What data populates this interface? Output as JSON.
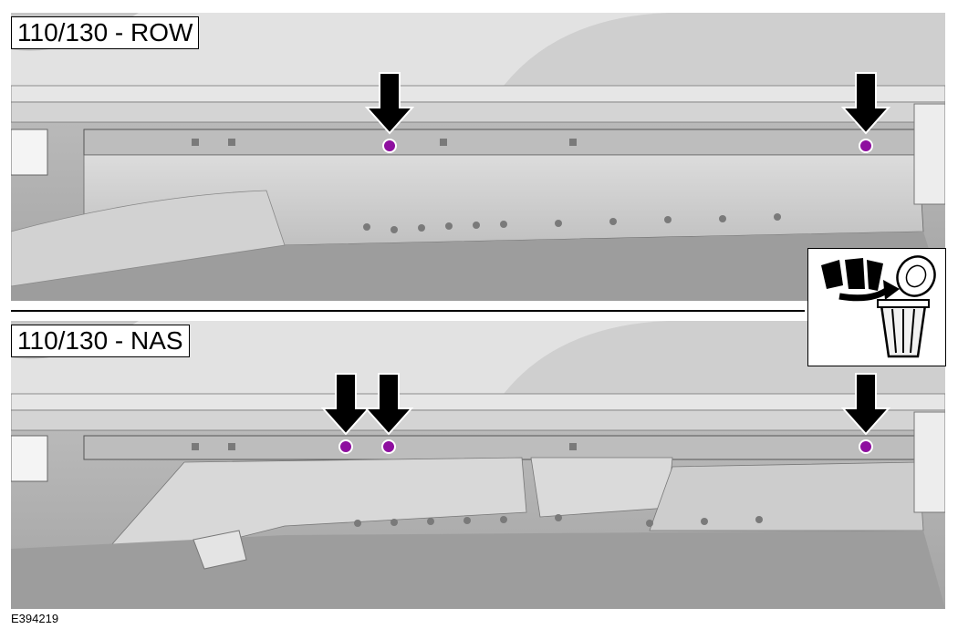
{
  "diagram": {
    "top_panel": {
      "label": "110/130 - ROW",
      "fastener_count": 2
    },
    "bottom_panel": {
      "label": "110/130 - NAS",
      "fastener_count": 3
    },
    "symbol": "discard-fastener-icon",
    "reference_code": "E394219",
    "colors": {
      "fastener": "#8e0f9f",
      "arrow": "#000000",
      "metal": "#c9c9c9",
      "outline": "#000000"
    }
  }
}
